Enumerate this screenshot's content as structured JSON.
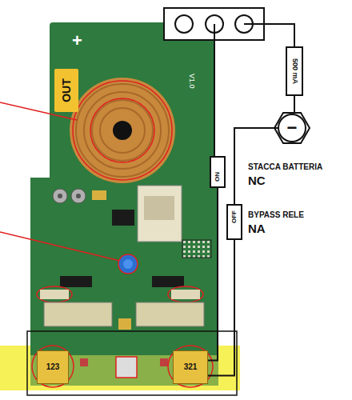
{
  "diagram": {
    "nodes": [
      {
        "text": [
          "OUT"
        ]
      },
      {
        "text": [
          "500 mA"
        ]
      },
      {
        "text": [
          "−"
        ]
      },
      {
        "text": [
          "ON"
        ]
      },
      {
        "text": [
          "OFF"
        ]
      },
      {
        "text": [
          "123"
        ]
      },
      {
        "text": [
          "321"
        ]
      }
    ],
    "edges": [
      {
        "from": 1,
        "to": 2,
        "arrow": "none"
      },
      {
        "from": 2,
        "to": 4,
        "arrow": "none"
      },
      {
        "from": 3,
        "to": 6,
        "arrow": "none"
      },
      {
        "from": 4,
        "to": 6,
        "arrow": "none"
      }
    ],
    "labels": [
      "+",
      "V1.0",
      "STACCA BATTERIA",
      "NC",
      "BYPASS RELE",
      "NA"
    ]
  }
}
